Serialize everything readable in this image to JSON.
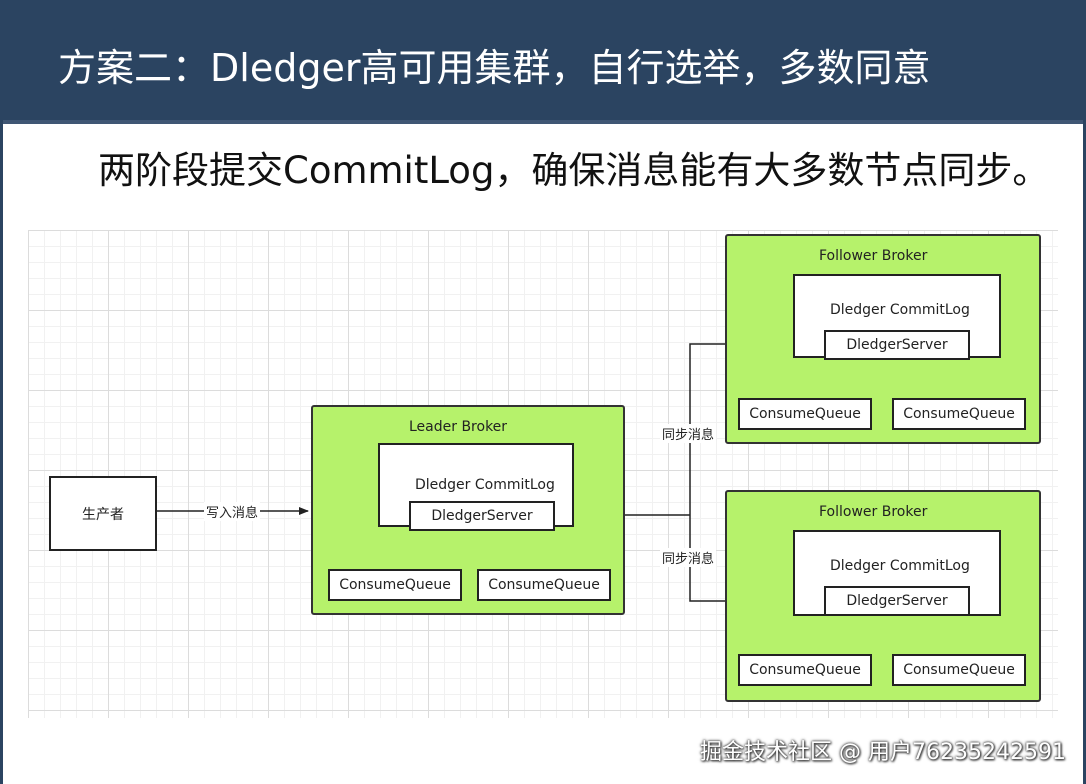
{
  "header": {
    "title": "方案二：Dledger高可用集群，自行选举，多数同意"
  },
  "subtitle": "两阶段提交CommitLog，确保消息能有大多数节点同步。",
  "diagram": {
    "producer": "生产者",
    "write_edge": "写入消息",
    "sync_edge_top": "同步消息",
    "sync_edge_bottom": "同步消息",
    "leader": {
      "title": "Leader Broker",
      "commitlog": "Dledger CommitLog",
      "server": "DledgerServer",
      "queue1": "ConsumeQueue",
      "queue2": "ConsumeQueue"
    },
    "follower_top": {
      "title": "Follower Broker",
      "commitlog": "Dledger CommitLog",
      "server": "DledgerServer",
      "queue1": "ConsumeQueue",
      "queue2": "ConsumeQueue"
    },
    "follower_bottom": {
      "title": "Follower Broker",
      "commitlog": "Dledger CommitLog",
      "server": "DledgerServer",
      "queue1": "ConsumeQueue",
      "queue2": "ConsumeQueue"
    }
  },
  "watermark": "掘金技术社区 @ 用户76235242591",
  "colors": {
    "header_bg": "#2b4461",
    "broker_fill": "#b6f26b",
    "grid_line": "#dcdcdc"
  }
}
